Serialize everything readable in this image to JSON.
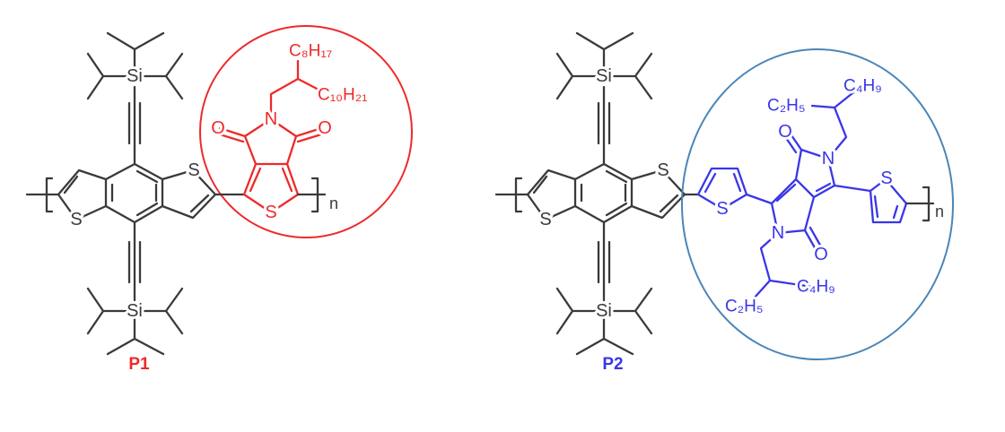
{
  "colors": {
    "bond": "#3a3a3a",
    "p1_accent": "#ee2a2a",
    "p2_accent": "#3a36e8",
    "p2_circle": "#4a86b8"
  },
  "atoms": {
    "si": "Si",
    "s": "S",
    "n": "N",
    "o": "O",
    "repeat": "n"
  },
  "p1": {
    "label": "P1",
    "side_chain_a": "C₈H₁₇",
    "side_chain_b": "C₁₀H₂₁"
  },
  "p2": {
    "label": "P2",
    "side_chain_a": "C₂H₅",
    "side_chain_b": "C₄H₉"
  }
}
